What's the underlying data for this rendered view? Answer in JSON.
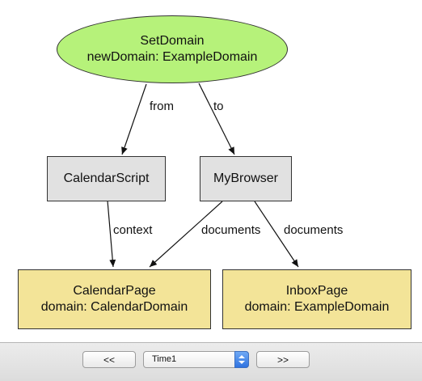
{
  "diagram": {
    "nodes": {
      "set_domain": {
        "title": "SetDomain",
        "detail": "newDomain: ExampleDomain"
      },
      "calendar_script": {
        "title": "CalendarScript"
      },
      "my_browser": {
        "title": "MyBrowser"
      },
      "calendar_page": {
        "title": "CalendarPage",
        "detail": "domain: CalendarDomain"
      },
      "inbox_page": {
        "title": "InboxPage",
        "detail": "domain: ExampleDomain"
      }
    },
    "edges": {
      "from": "from",
      "to": "to",
      "context": "context",
      "documents_left": "documents",
      "documents_right": "documents"
    }
  },
  "controls": {
    "prev_label": "<<",
    "next_label": ">>",
    "time_select_value": "Time1"
  },
  "colors": {
    "ellipse_fill": "#b6f27a",
    "script_fill": "#e1e1e1",
    "page_fill": "#f3e498",
    "select_arrow": "#2f73e0"
  }
}
